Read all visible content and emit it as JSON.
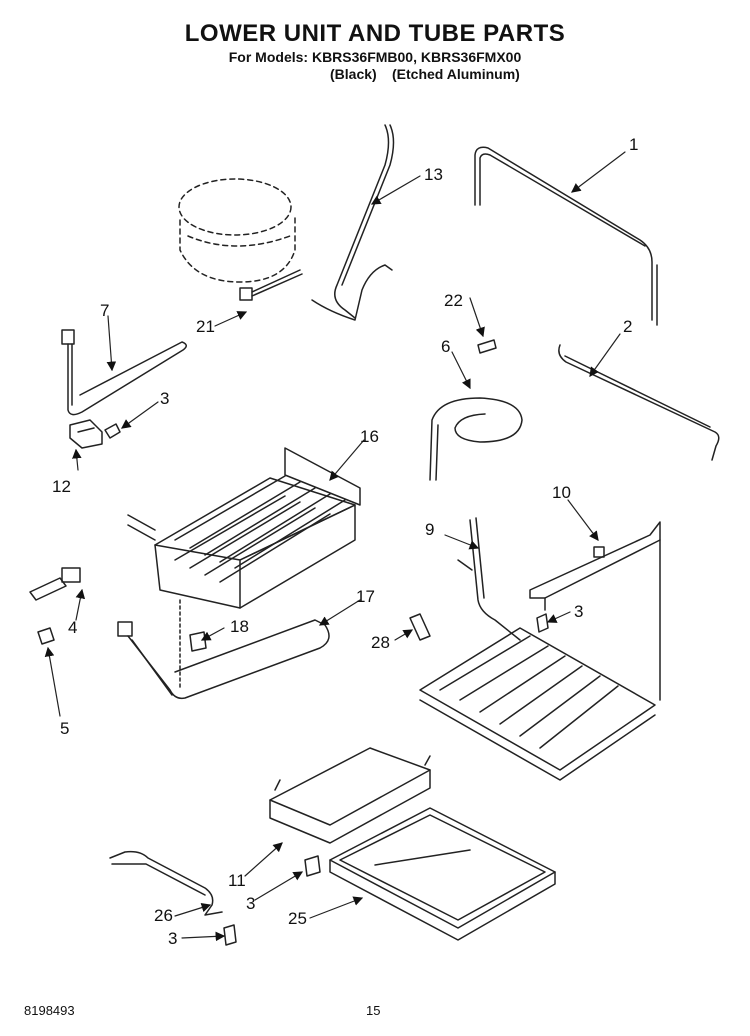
{
  "header": {
    "title": "LOWER UNIT AND TUBE PARTS",
    "models_line": "For Models: KBRS36FMB00, KBRS36FMX00",
    "variant_black": "(Black)",
    "variant_aluminum": "(Etched Aluminum)"
  },
  "callouts": {
    "c1": "1",
    "c2": "2",
    "c3a": "3",
    "c3b": "3",
    "c3c": "3",
    "c3d": "3",
    "c4": "4",
    "c5": "5",
    "c6": "6",
    "c7": "7",
    "c9": "9",
    "c10": "10",
    "c11": "11",
    "c12": "12",
    "c13": "13",
    "c16": "16",
    "c17": "17",
    "c18": "18",
    "c21": "21",
    "c22": "22",
    "c25": "25",
    "c26": "26",
    "c28": "28"
  },
  "footer": {
    "doc_number": "8198493",
    "page_number": "15"
  }
}
